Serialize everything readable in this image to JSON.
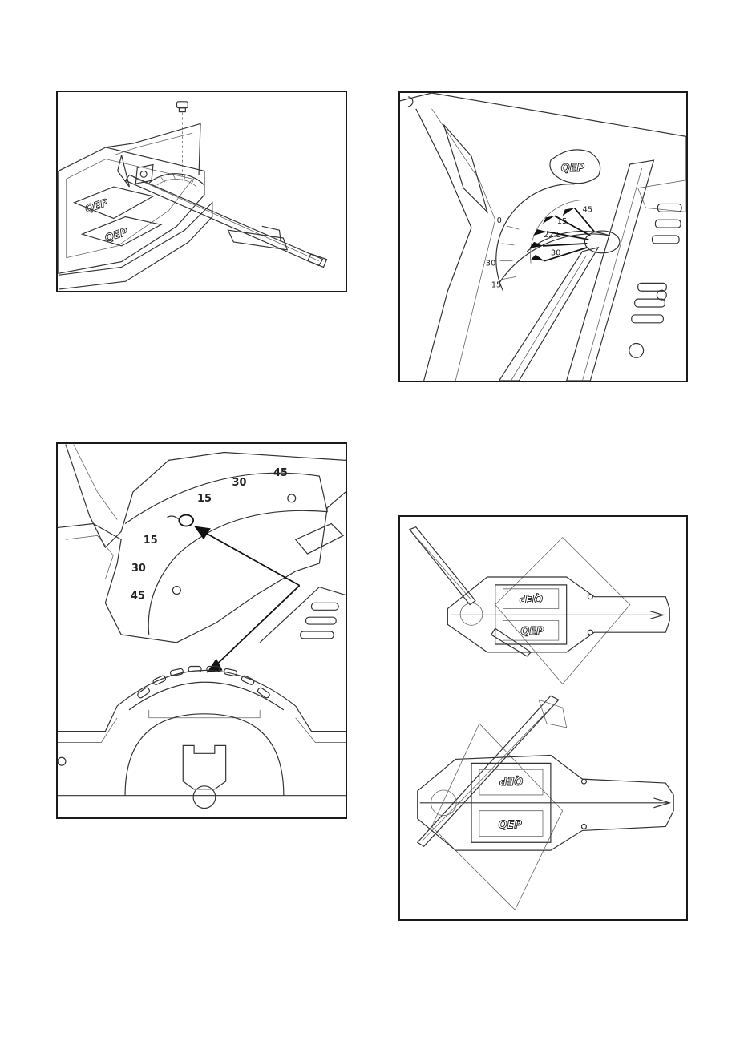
{
  "brand": {
    "logo_text": "QEP"
  },
  "figures": {
    "fig1": {
      "logo_a": "QEP",
      "logo_b": "QEP"
    },
    "fig2": {
      "scale_labels": [
        "45",
        "15",
        "22.5",
        "30",
        "0",
        "30",
        "15"
      ]
    },
    "fig3": {
      "scale_labels": [
        "45",
        "30",
        "15",
        "15",
        "30",
        "45"
      ]
    },
    "fig4": {
      "top_logo_a": "QEP",
      "top_logo_b": "QEP",
      "bottom_logo_a": "QEP",
      "bottom_logo_b": "QEP"
    }
  },
  "colors": {
    "line": "#333333",
    "border": "#1a1a1a",
    "arrow": "#111111",
    "background": "#ffffff"
  }
}
